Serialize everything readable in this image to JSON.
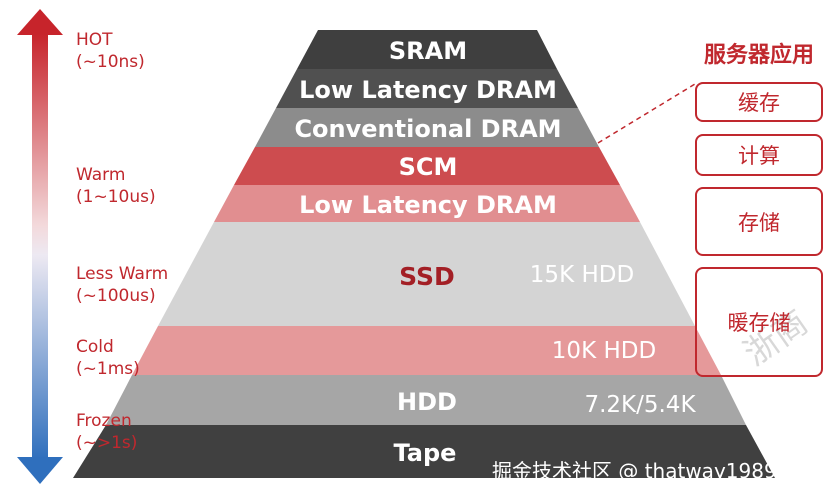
{
  "temperature_scale": [
    {
      "name": "HOT",
      "latency": "(~10ns)"
    },
    {
      "name": "Warm",
      "latency": "(1~10us)"
    },
    {
      "name": "Less Warm",
      "latency": "(~100us)"
    },
    {
      "name": "Cold",
      "latency": "(~1ms)"
    },
    {
      "name": "Frozen",
      "latency": "(~>1s)"
    }
  ],
  "pyramid": {
    "tiers": [
      "SRAM",
      "Low Latency DRAM",
      "Conventional DRAM",
      "SCM",
      "Low Latency DRAM",
      "SSD",
      "HDD",
      "Tape"
    ],
    "side_labels": [
      "15K HDD",
      "10K HDD",
      "7.2K/5.4K"
    ]
  },
  "server_apps": {
    "title": "服务器应用",
    "items": [
      "缓存",
      "计算",
      "存储",
      "暖存储"
    ]
  },
  "watermark": "掘金技术社区 @ thatway1989",
  "colors": {
    "accent_red": "#c0282e",
    "ssd_red": "#a31f25",
    "tier_dark": "#3f3f3f",
    "tier_mid": "#5c5c5c",
    "tier_gray": "#8c8c8c",
    "tier_scm": "#cd4c4f",
    "tier_pink": "#e18e90",
    "tier_light": "#d4d4d4",
    "tier_10k": "#e5999a",
    "tier_hdd": "#a6a6a6",
    "tier_tape": "#404040"
  }
}
